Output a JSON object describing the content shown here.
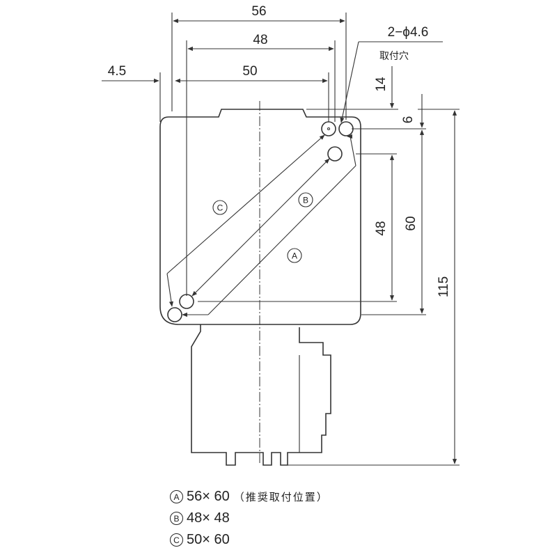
{
  "dimensions": {
    "overall_width": "56",
    "width_48": "48",
    "width_50": "50",
    "offset_4_5": "4.5",
    "top_14": "14",
    "right_6": "6",
    "height_48": "48",
    "height_60": "60",
    "height_115": "115"
  },
  "hole_spec": {
    "count_diameter": "2−ϕ4.6",
    "label": "取付穴"
  },
  "patterns": {
    "a": {
      "mark": "A",
      "size": "56× 60",
      "note": "（推奨取付位置）"
    },
    "b": {
      "mark": "B",
      "size": "48× 48"
    },
    "c": {
      "mark": "C",
      "size": "50× 60"
    }
  }
}
